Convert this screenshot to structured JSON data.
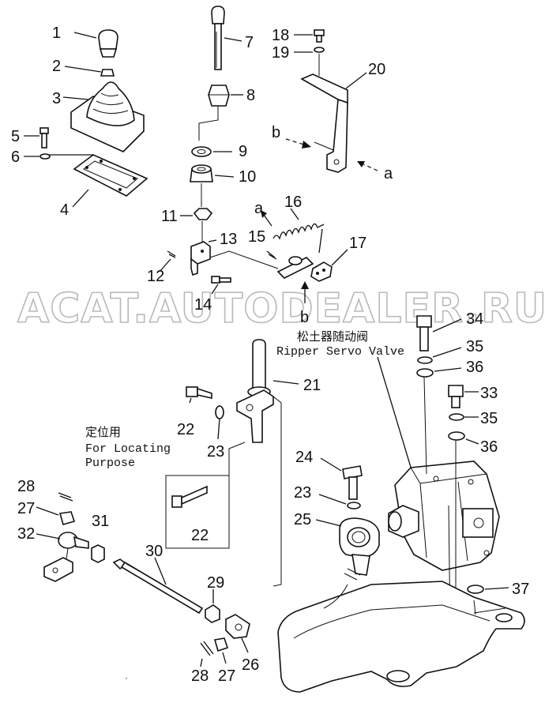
{
  "watermark": "ACAT.AUTODEALER.RU",
  "labels": {
    "servo_cn": "松土器随动阀",
    "servo_en": "Ripper Servo Valve",
    "locating_cn": "定位用",
    "locating_en1": "For Locating",
    "locating_en2": "Purpose"
  },
  "part_numbers": {
    "p1": "1",
    "p2": "2",
    "p3": "3",
    "p4": "4",
    "p5": "5",
    "p6": "6",
    "p7": "7",
    "p8": "8",
    "p9": "9",
    "p10": "10",
    "p11": "11",
    "p12": "12",
    "p13": "13",
    "p14": "14",
    "p15": "15",
    "p16": "16",
    "p17": "17",
    "p18": "18",
    "p19": "19",
    "p20": "20",
    "p21": "21",
    "p22a": "22",
    "p22b": "22",
    "p23a": "23",
    "p23b": "23",
    "p24": "24",
    "p25": "25",
    "p26": "26",
    "p27a": "27",
    "p27b": "27",
    "p28a": "28",
    "p28b": "28",
    "p29": "29",
    "p30": "30",
    "p31": "31",
    "p32": "32",
    "p33": "33",
    "p34": "34",
    "p35a": "35",
    "p35b": "35",
    "p36a": "36",
    "p36b": "36",
    "p37": "37"
  },
  "markers": {
    "a_top": "a",
    "b_left": "b",
    "a_right": "a",
    "b_bottom": "b"
  }
}
